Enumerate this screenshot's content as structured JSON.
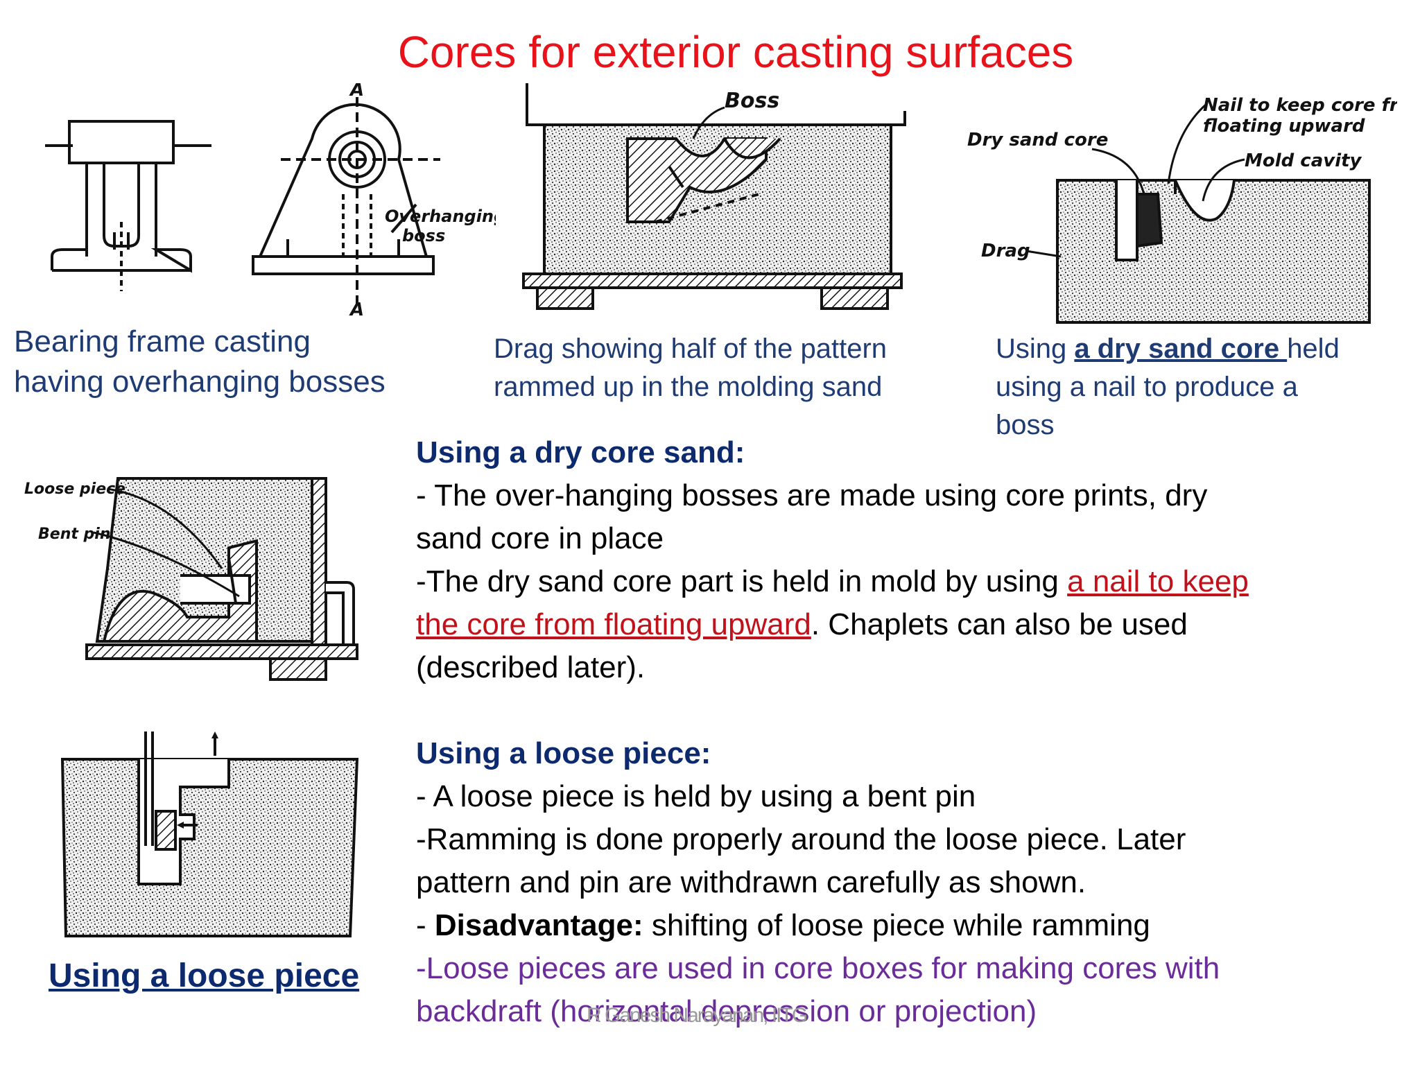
{
  "title": "Cores for exterior casting surfaces",
  "figures": {
    "bearing": {
      "labels": {
        "section_top": "A",
        "section_bottom": "A",
        "overhanging": "Overhanging",
        "boss": "boss"
      },
      "caption": {
        "line1": "Bearing frame casting",
        "line2": "having overhanging bosses"
      }
    },
    "drag": {
      "labels": {
        "boss": "Boss"
      },
      "caption": {
        "line1": "Drag showing half of the pattern",
        "line2": "rammed up in the molding sand"
      }
    },
    "dry_core": {
      "labels": {
        "dry_sand_core": "Dry sand core",
        "nail_line1": "Nail to keep core from",
        "nail_line2": "floating upward",
        "mold_cavity": "Mold cavity",
        "drag": "Drag"
      },
      "caption": {
        "prefix": "Using ",
        "link": "a dry sand core ",
        "line1_suffix": "held",
        "line2": "using a nail to produce a",
        "line3": "boss"
      }
    },
    "loose": {
      "labels": {
        "loose_piece": "Loose piece",
        "bent_pin": "Bent pin"
      }
    },
    "withdraw": {
      "caption": "Using a loose piece"
    }
  },
  "section_dry": {
    "heading": "Using a dry core sand:",
    "line1": "- The over-hanging bosses are made using core prints, dry",
    "line2": "sand core in place",
    "line3_prefix": "-The dry sand core part is held in mold by using ",
    "line3_link": "a nail to keep",
    "line4_link": "the core from floating upward",
    "line4_suffix": ". Chaplets can also be used",
    "line5": "(described later)."
  },
  "section_loose": {
    "heading": "Using a loose piece:",
    "line1": "- A loose piece is held by using a bent pin",
    "line2": "-Ramming is done properly around the loose piece. Later",
    "line3": "pattern and pin are withdrawn carefully as shown.",
    "line4_prefix": "- ",
    "line4_bold": "Disadvantage:",
    "line4_suffix": " shifting of loose piece while ramming",
    "line5": "-Loose pieces are used in core boxes for making cores with",
    "line6": "backdraft (horizontal depression or projection)"
  },
  "footer": "R Ganesh Narayanan, IITG",
  "colors": {
    "title": "#e8131a",
    "caption": "#1f3b74",
    "heading": "#0d2a6e",
    "link_red": "#c0121a",
    "purple": "#6a2c98",
    "footer": "#999999"
  }
}
